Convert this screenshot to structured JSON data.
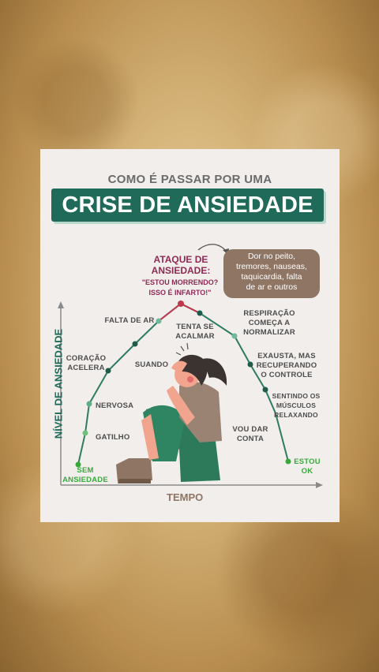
{
  "header": {
    "subtitle": "COMO É PASSAR POR UMA",
    "title": "CRISE DE ANSIEDADE"
  },
  "peak": {
    "title_line1": "ATAQUE DE",
    "title_line2": "ANSIEDADE:",
    "quote_line1": "\"ESTOU MORRENDO?",
    "quote_line2": "ISSO É INFARTO!\""
  },
  "bubble": {
    "line1": "Dor no peito,",
    "line2": "tremores, nauseas,",
    "line3": "taquicardia, falta",
    "line4": "de ar e outros"
  },
  "axes": {
    "y_label": "NÍVEL DE ANSIEDADE",
    "x_label": "TEMPO"
  },
  "stages": {
    "sem_1": "SEM",
    "sem_2": "ANSIEDADE",
    "gatilho": "GATILHO",
    "nervosa": "NERVOSA",
    "coracao_1": "CORAÇÃO",
    "coracao_2": "ACELERA",
    "suando": "SUANDO",
    "falta_ar": "FALTA DE AR",
    "tenta_1": "TENTA SE",
    "tenta_2": "ACALMAR",
    "resp_1": "RESPIRAÇÃO",
    "resp_2": "COMEÇA A",
    "resp_3": "NORMALIZAR",
    "exausta_1": "EXAUSTA, MAS",
    "exausta_2": "RECUPERANDO",
    "exausta_3": "O CONTROLE",
    "sentindo_1": "SENTINDO OS",
    "sentindo_2": "MÚSCULOS",
    "sentindo_3": "RELAXANDO",
    "vou_1": "VOU DAR",
    "vou_2": "CONTA",
    "ok_1": "ESTOU",
    "ok_2": "OK"
  },
  "colors": {
    "teal": "#1f6a58",
    "light_green": "#37a93a",
    "peak_red": "#c0364a",
    "brown": "#8f7563",
    "plum": "#8e2a55"
  }
}
